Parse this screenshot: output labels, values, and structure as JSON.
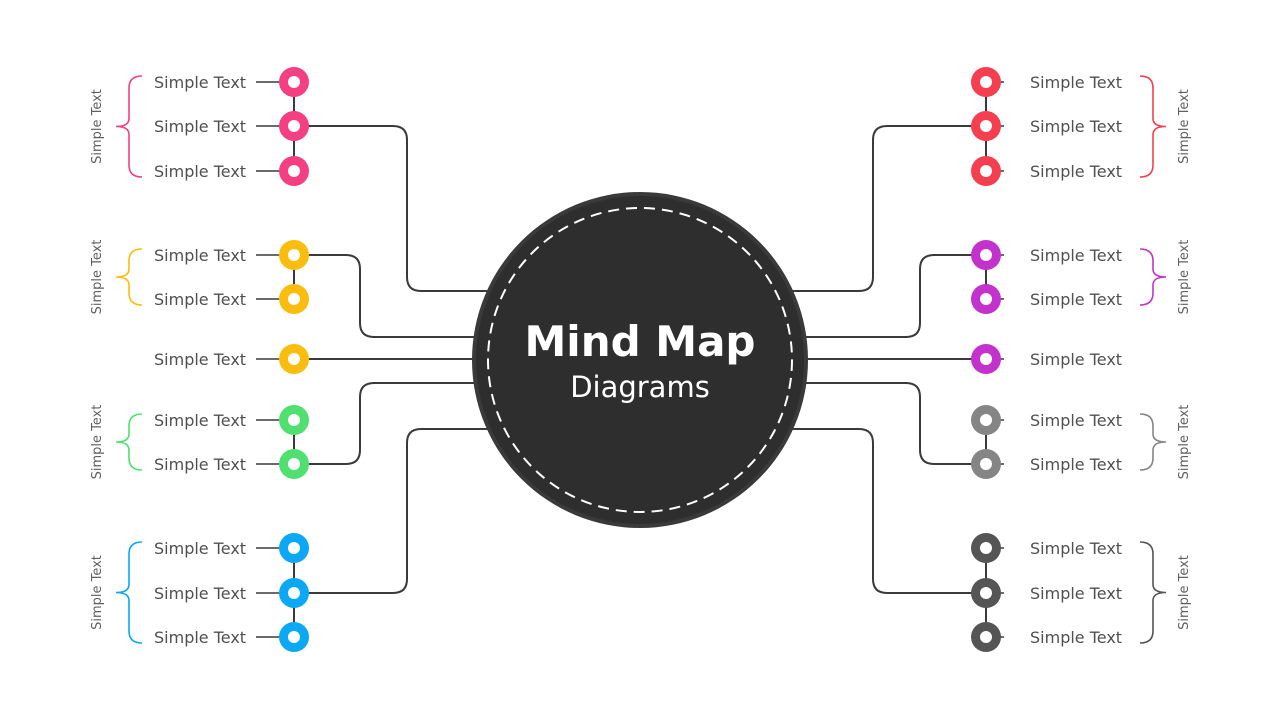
{
  "center": {
    "title": "Mind Map",
    "subtitle": "Diagrams",
    "fill": "#2e2e2e"
  },
  "line_color": "#3a3a3a",
  "groups": [
    {
      "side": "left",
      "color": "#f43f83",
      "group_label": "Simple Text",
      "items": [
        "Simple Text",
        "Simple Text",
        "Simple Text"
      ]
    },
    {
      "side": "left",
      "color": "#fbbd0d",
      "group_label": "Simple Text",
      "items": [
        "Simple Text",
        "Simple Text"
      ]
    },
    {
      "side": "left",
      "color": "#fbbd0d",
      "group_label": null,
      "items": [
        "Simple Text"
      ]
    },
    {
      "side": "left",
      "color": "#4fe070",
      "group_label": "Simple Text",
      "items": [
        "Simple Text",
        "Simple Text"
      ]
    },
    {
      "side": "left",
      "color": "#0aa8f5",
      "group_label": "Simple Text",
      "items": [
        "Simple Text",
        "Simple Text",
        "Simple Text"
      ]
    },
    {
      "side": "right",
      "color": "#f53e4f",
      "group_label": "Simple Text",
      "items": [
        "Simple Text",
        "Simple Text",
        "Simple Text"
      ]
    },
    {
      "side": "right",
      "color": "#c332cc",
      "group_label": "Simple Text",
      "items": [
        "Simple Text",
        "Simple Text"
      ]
    },
    {
      "side": "right",
      "color": "#c332cc",
      "group_label": null,
      "items": [
        "Simple Text"
      ]
    },
    {
      "side": "right",
      "color": "#858585",
      "group_label": "Simple Text",
      "items": [
        "Simple Text",
        "Simple Text"
      ]
    },
    {
      "side": "right",
      "color": "#555555",
      "group_label": "Simple Text",
      "items": [
        "Simple Text",
        "Simple Text",
        "Simple Text"
      ]
    }
  ]
}
